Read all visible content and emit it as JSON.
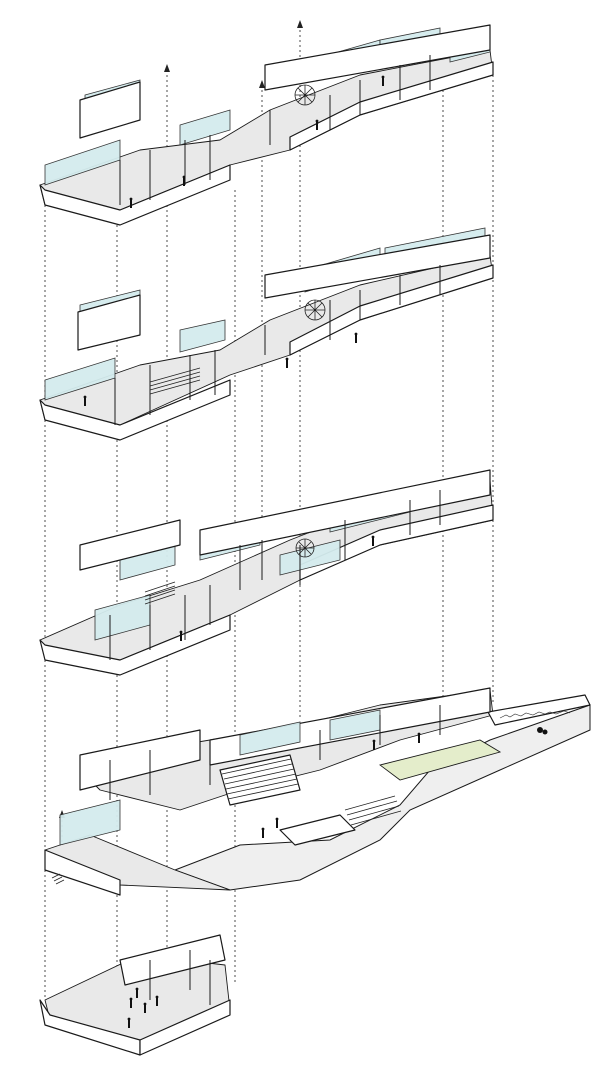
{
  "diagram": {
    "type": "exploded-axonometric-building-section",
    "levels": [
      {
        "id": "level-4",
        "kind": "upper-floor"
      },
      {
        "id": "level-3",
        "kind": "upper-floor"
      },
      {
        "id": "level-2",
        "kind": "upper-floor"
      },
      {
        "id": "level-1",
        "kind": "ground-floor-with-plaza"
      },
      {
        "id": "level-0",
        "kind": "basement"
      }
    ],
    "colors": {
      "wall": "#ffffff",
      "outline": "#1a1a1a",
      "floor": "#e9e9e9",
      "glazing": "#d4ecee",
      "lawn": "#e4edcb",
      "guide_line": "#222222"
    },
    "icons": [
      "person-figure-icon",
      "up-arrow-icon",
      "staircase-icon",
      "spiral-stair-icon",
      "rubble-icon"
    ]
  }
}
